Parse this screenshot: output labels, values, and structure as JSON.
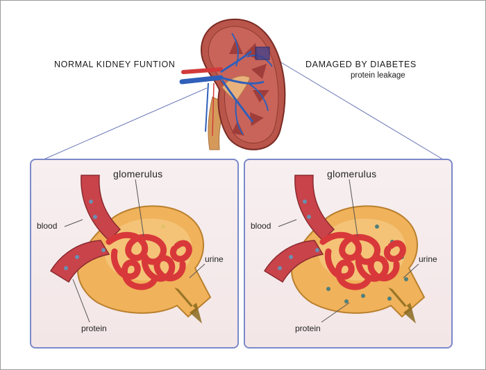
{
  "header": {
    "left_title": "NORMAL KIDNEY FUNTION",
    "right_title": "DAMAGED BY DIABETES",
    "right_subtitle": "protein leakage"
  },
  "panels": [
    {
      "labels": {
        "glomerulus": "glomerulus",
        "blood": "blood",
        "urine": "urine",
        "protein": "protein"
      }
    },
    {
      "labels": {
        "glomerulus": "glomerulus",
        "blood": "blood",
        "urine": "urine",
        "protein": "protein"
      }
    }
  ],
  "colors": {
    "panel_border": "#7b88c9",
    "kidney": "#b9554a",
    "vessel": "#2f5fb8",
    "capillary": "#d8383a",
    "capsule": "#f0b25a",
    "arrow": "#8a6a1e"
  }
}
